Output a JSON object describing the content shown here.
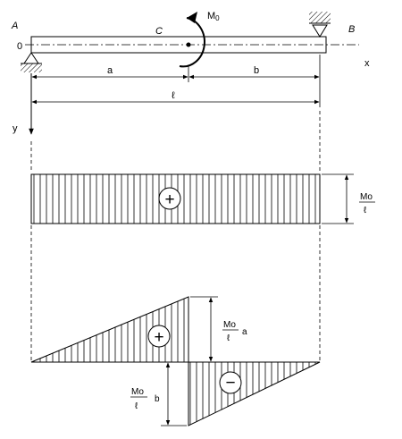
{
  "beam": {
    "left_point": "A",
    "right_point": "B",
    "moment_point": "C",
    "moment_symbol": "M",
    "moment_subscript": "0",
    "origin": "0",
    "x_axis": "x",
    "y_axis": "y",
    "segment_a": "a",
    "segment_b": "b",
    "length": "ℓ"
  },
  "shear_diagram": {
    "sign": "+",
    "value_numerator": "Mo",
    "value_denominator": "ℓ"
  },
  "moment_diagram": {
    "positive_sign": "+",
    "negative_sign": "−",
    "positive_value_numerator": "Mo",
    "positive_value_denominator": "ℓ",
    "positive_value_factor": "a",
    "negative_value_numerator": "Mo",
    "negative_value_denominator": "ℓ",
    "negative_value_factor": "b"
  },
  "colors": {
    "line": "#000000",
    "background": "#ffffff"
  }
}
